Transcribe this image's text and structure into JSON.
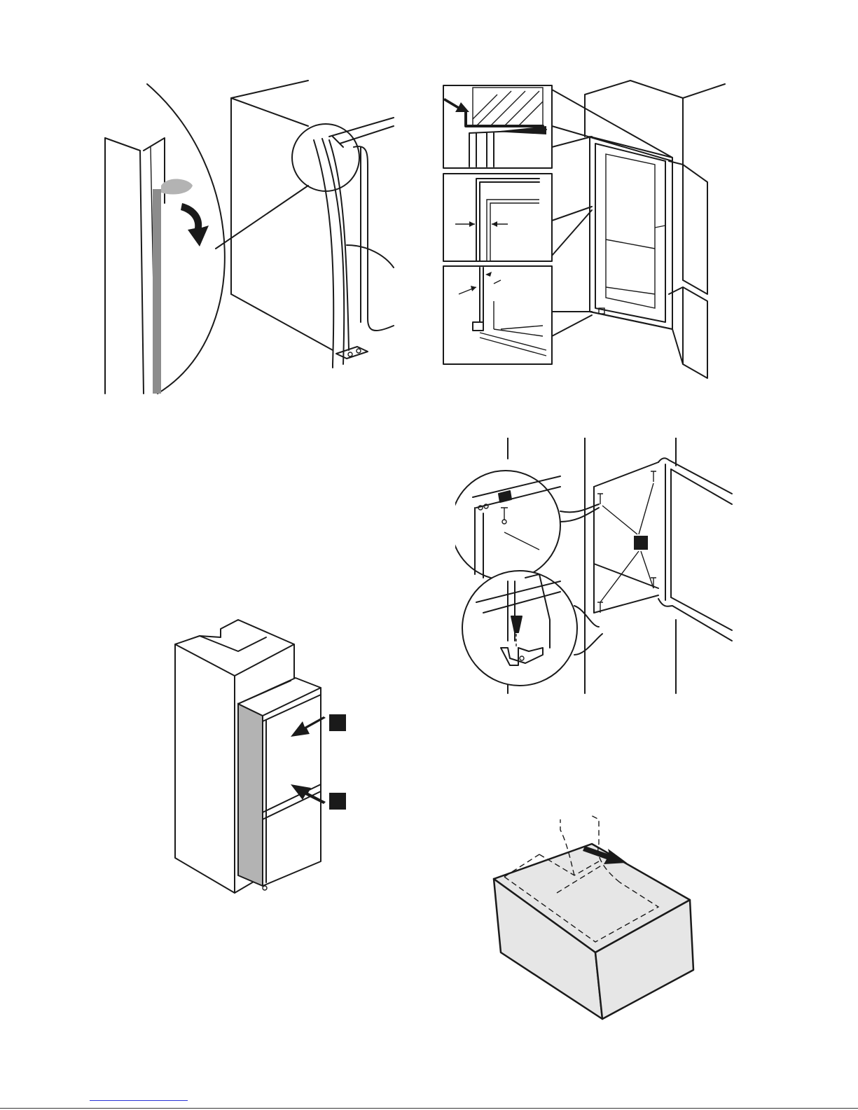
{
  "page": {
    "background": "#ffffff",
    "line_color": "#1a1a1a",
    "seal_color": "#8c8c8c",
    "panel_fill": "#b3b3b3",
    "box_fill": "#e6e6e6",
    "link_color": "#2a34d6",
    "footer_rule_color": "#333333"
  },
  "figures": [
    {
      "name": "seal-strip-application",
      "icons": [
        "curved-arrow-down-icon"
      ]
    },
    {
      "name": "gap-check-details",
      "icons": [
        "arrow-right-icon",
        "dimension-arrows-icon"
      ]
    },
    {
      "name": "screw-fixing-details",
      "icons": [
        "screw-icon",
        "callout-square-icon"
      ]
    },
    {
      "name": "appliance-push-in",
      "icons": [
        "arrow-left-icon",
        "callout-square-icon"
      ]
    },
    {
      "name": "cover-strip-removal",
      "icons": [
        "arrow-right-icon"
      ]
    }
  ]
}
